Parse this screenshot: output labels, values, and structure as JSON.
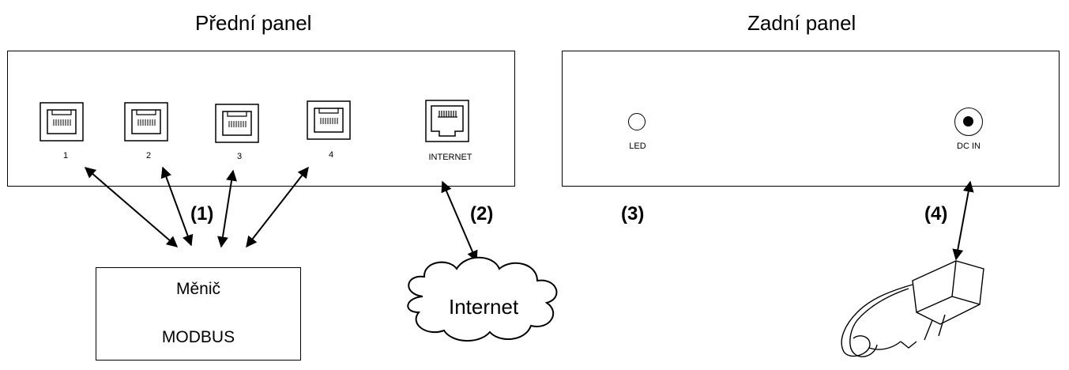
{
  "front_panel": {
    "title": "Přední panel",
    "ports": [
      "1",
      "2",
      "3",
      "4"
    ],
    "internet_port_label": "INTERNET"
  },
  "rear_panel": {
    "title": "Zadní panel",
    "led_label": "LED",
    "dc_label": "DC IN"
  },
  "markers": {
    "m1": "(1)",
    "m2": "(2)",
    "m3": "(3)",
    "m4": "(4)"
  },
  "converter": {
    "line1": "Měnič",
    "line2": "MODBUS"
  },
  "cloud": {
    "label": "Internet"
  },
  "icons": {
    "rj45": "rj45-port-icon",
    "led": "led-icon",
    "dc": "dc-jack-icon",
    "cloud": "cloud-icon",
    "adapter": "power-adapter-icon"
  }
}
